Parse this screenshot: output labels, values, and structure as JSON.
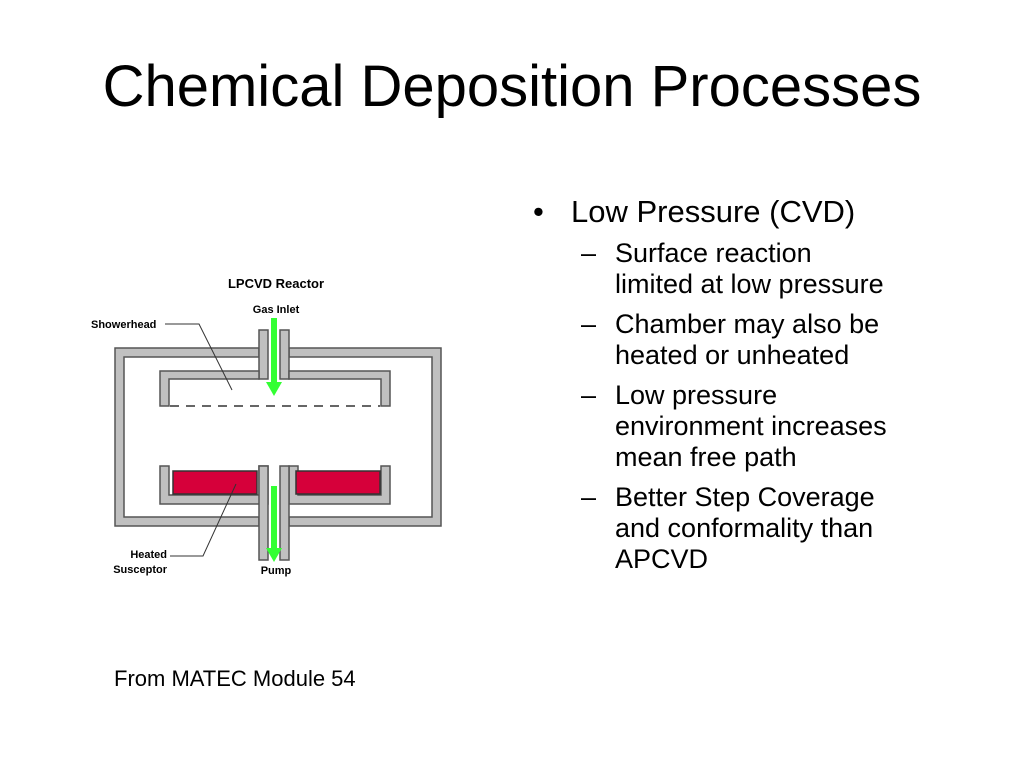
{
  "slide": {
    "title": "Chemical Deposition Processes",
    "caption": "From MATEC Module 54"
  },
  "diagram": {
    "title": "LPCVD Reactor",
    "labels": {
      "gas_inlet": "Gas Inlet",
      "showerhead": "Showerhead",
      "heated_susceptor_line1": "Heated",
      "heated_susceptor_line2": "Susceptor",
      "pump": "Pump"
    },
    "colors": {
      "chamber_wall": "#c0c0c0",
      "gas_flow": "#33ff33",
      "susceptor": "#d6003a"
    }
  },
  "bullets": {
    "marker": "•",
    "sub_marker": "–",
    "main": "Low Pressure (CVD)",
    "sub": [
      {
        "line1": "Surface reaction",
        "line2": "limited at low pressure"
      },
      {
        "line1": "Chamber may also be",
        "line2": "heated or unheated"
      },
      {
        "line1": "Low pressure",
        "line2": "environment increases",
        "line3": "mean free path"
      },
      {
        "line1": "Better Step Coverage",
        "line2": "and conformality than",
        "line3": "APCVD"
      }
    ]
  }
}
